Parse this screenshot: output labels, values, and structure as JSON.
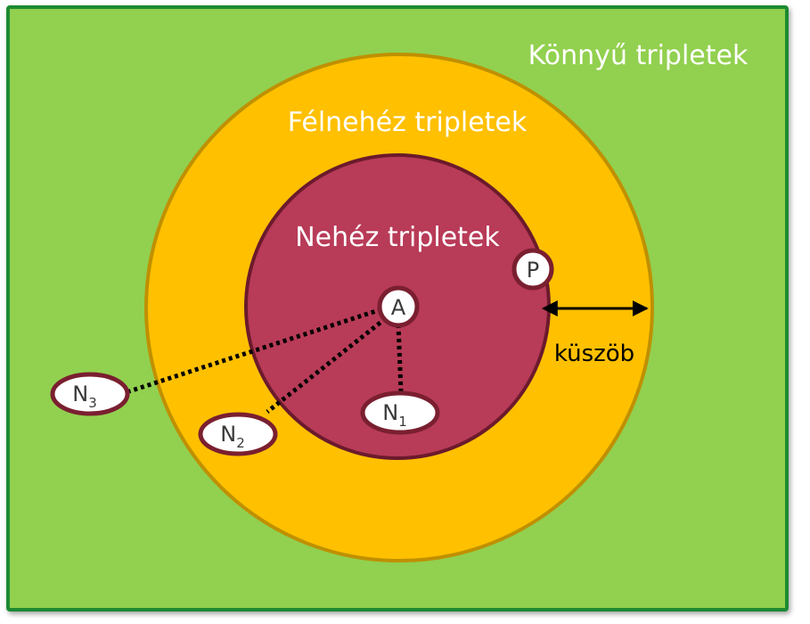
{
  "colors": {
    "easy_fill": "#92d050",
    "easy_border": "#1e8a33",
    "semi_fill": "#ffc000",
    "semi_border": "#bf9000",
    "hard_fill": "#b83b58",
    "hard_border": "#6b1a2c",
    "node_fill": "#ffffff",
    "node_border": "#7a1f30",
    "line": "#000000"
  },
  "regions": {
    "easy": "Könnyű tripletek",
    "semi_hard": "Félnehéz tripletek",
    "hard": "Nehéz tripletek"
  },
  "nodes": {
    "anchor": "A",
    "positive": "P",
    "n1_base": "N",
    "n1_sub": "1",
    "n2_base": "N",
    "n2_sub": "2",
    "n3_base": "N",
    "n3_sub": "3"
  },
  "threshold": {
    "label": "küszöb"
  }
}
